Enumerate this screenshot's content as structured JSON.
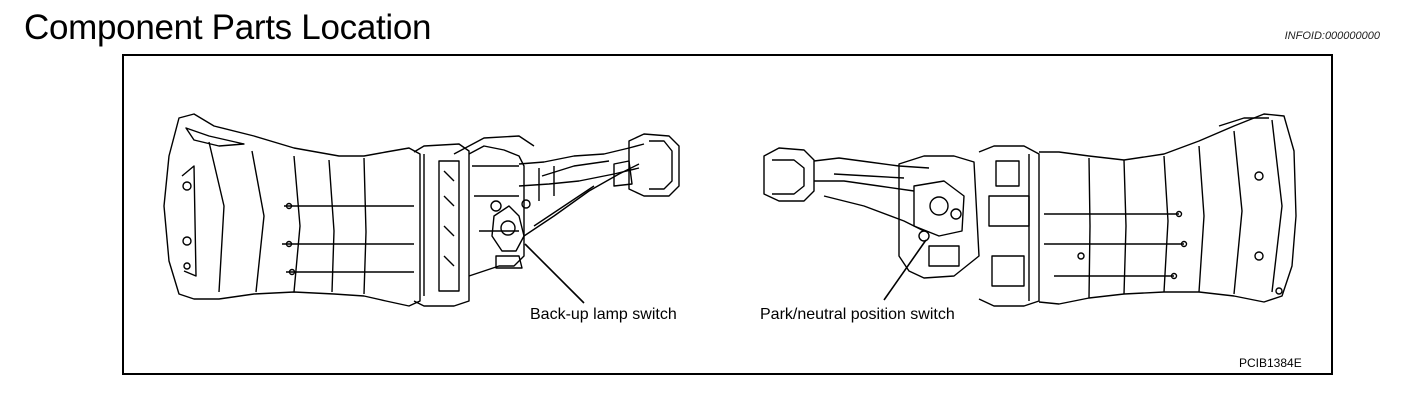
{
  "header": {
    "title": "Component Parts Location",
    "info_id": "INFOID:000000000"
  },
  "figure": {
    "callouts": {
      "backup_lamp_switch": "Back-up lamp switch",
      "park_neutral_switch": "Park/neutral position switch"
    },
    "figure_code": "PCIB1384E"
  }
}
